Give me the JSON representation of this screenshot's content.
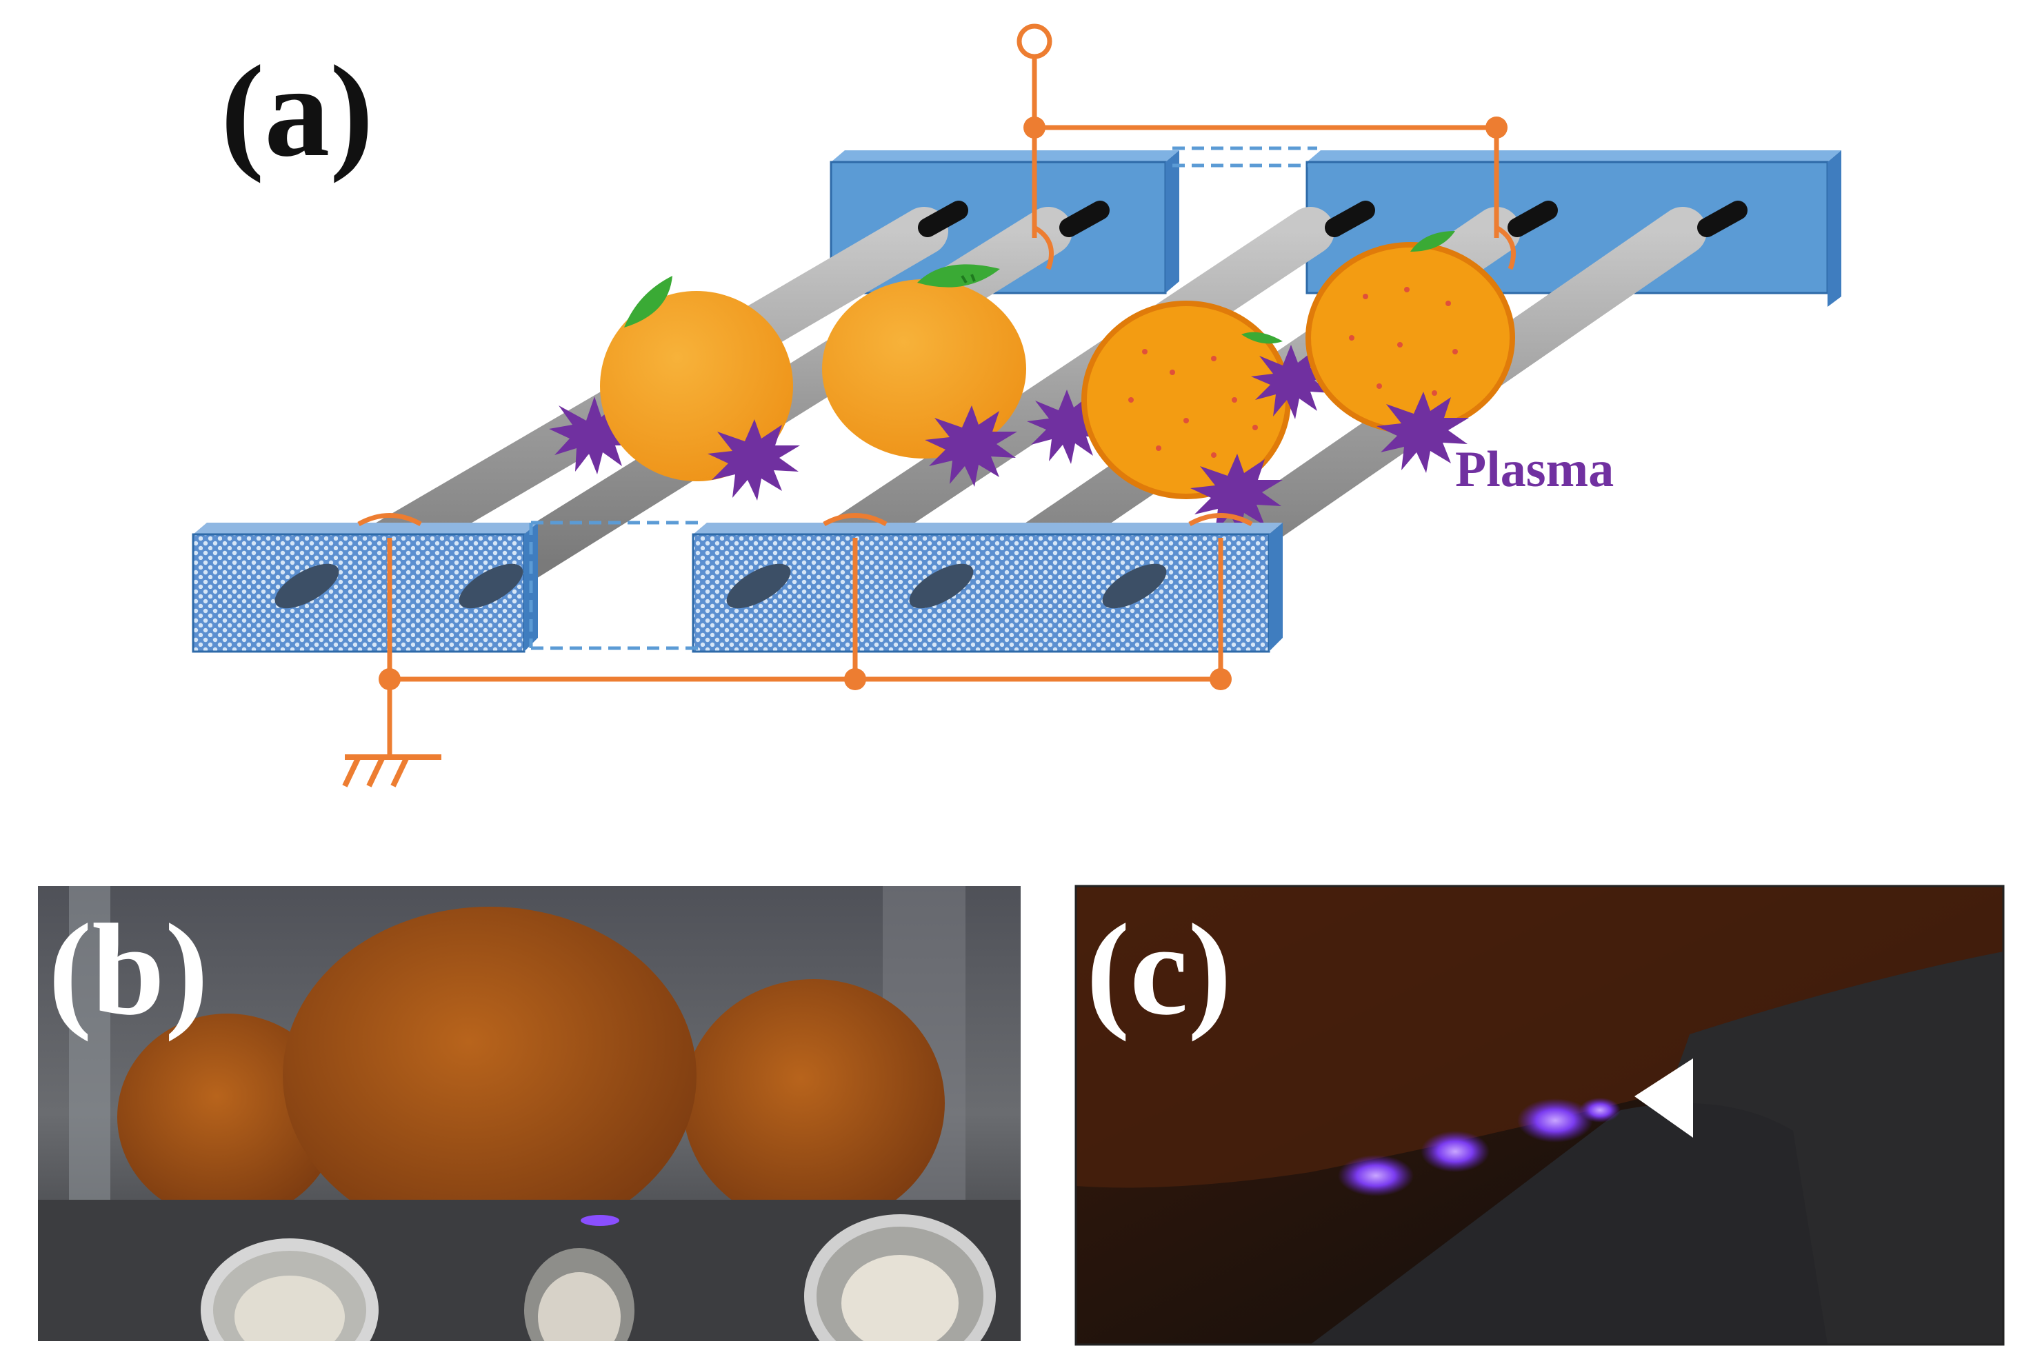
{
  "figure": {
    "panel_a": {
      "label": "(a)",
      "plasma_label": "Plasma"
    },
    "panel_b": {
      "label": "(b)"
    },
    "panel_c": {
      "label": "(c)"
    }
  },
  "colors": {
    "electrode_blue": "#5b9bd5",
    "electrode_blue_dark": "#2e6aa8",
    "wire_orange": "#ed7d31",
    "roller_gray": "#9a9a9a",
    "orange_fruit": "#f5a020",
    "plasma_purple": "#7030a0",
    "leaf_green": "#3aaa35"
  }
}
